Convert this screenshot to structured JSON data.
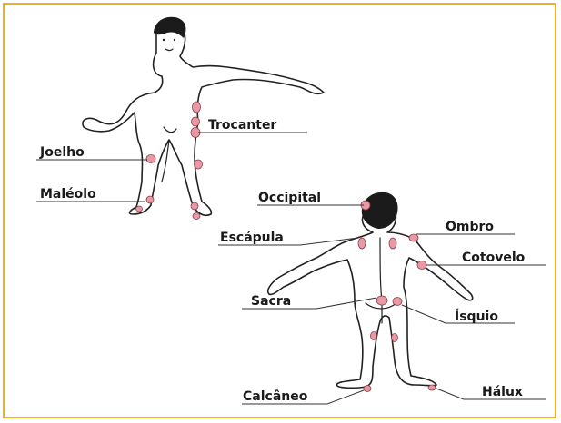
{
  "colors": {
    "frame": "#f2b01e",
    "pressure_spot": "#e89aa4",
    "outline": "#222222"
  },
  "labels": {
    "trocanter": "Trocanter",
    "joelho": "Joelho",
    "maleolo": "Maléolo",
    "occipital": "Occipital",
    "ombro": "Ombro",
    "escapula": "Escápula",
    "cotovelo": "Cotovelo",
    "sacra": "Sacra",
    "isquio": "Ísquio",
    "calcaneo": "Calcâneo",
    "halux": "Hálux"
  }
}
